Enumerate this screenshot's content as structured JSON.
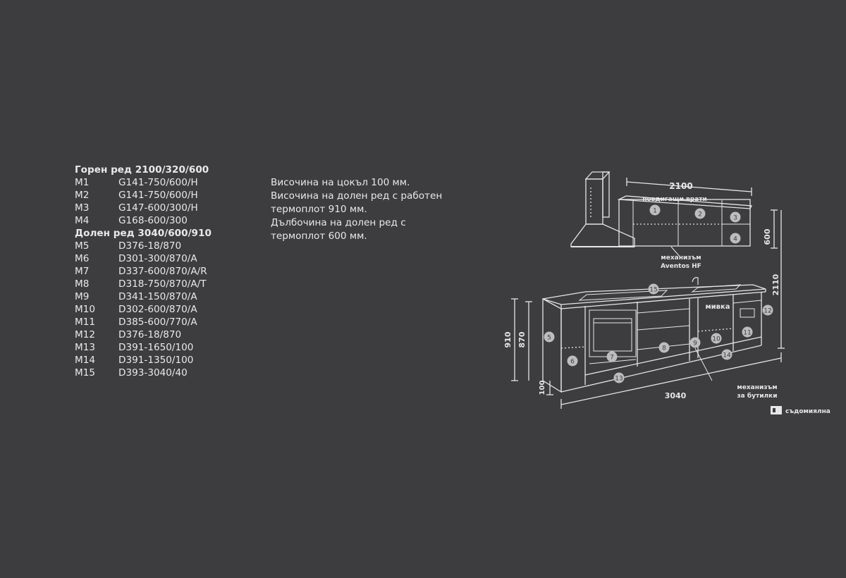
{
  "spec": {
    "upper_heading": "Горен ред 2100/320/600",
    "upper_items": [
      {
        "code": "M1",
        "part": "G141-750/600/H"
      },
      {
        "code": "M2",
        "part": "G141-750/600/H"
      },
      {
        "code": "M3",
        "part": "G147-600/300/H"
      },
      {
        "code": "M4",
        "part": "G168-600/300"
      }
    ],
    "lower_heading": "Долен ред 3040/600/910",
    "lower_items": [
      {
        "code": "M5",
        "part": "D376-18/870"
      },
      {
        "code": "M6",
        "part": "D301-300/870/A"
      },
      {
        "code": "M7",
        "part": "D337-600/870/A/R"
      },
      {
        "code": "M8",
        "part": "D318-750/870/A/T"
      },
      {
        "code": "M9",
        "part": "D341-150/870/A"
      },
      {
        "code": "M10",
        "part": "D302-600/870/A"
      },
      {
        "code": "M11",
        "part": "D385-600/770/A"
      },
      {
        "code": "M12",
        "part": "D376-18/870"
      },
      {
        "code": "M13",
        "part": "D391-1650/100"
      },
      {
        "code": "M14",
        "part": "D391-1350/100"
      },
      {
        "code": "M15",
        "part": "D393-3040/40"
      }
    ]
  },
  "notes": [
    "Височина на цокъл 100 мм.",
    "Височина на долен ред с работен",
    "термоплот 910 мм.",
    "Дълбочина на долен ред с",
    "термоплот 600 мм."
  ],
  "diagram": {
    "upper_width": "2100",
    "upper_height": "600",
    "total_height": "2110",
    "lift_doors": "повдигащи врати",
    "mechanism_1": "механизъм",
    "mechanism_1b": "Aventos HF",
    "height_910": "910",
    "height_870": "870",
    "plinth": "100",
    "lower_width": "3040",
    "sink": "мивка",
    "mechanism_2": "механизъм",
    "mechanism_2b": "за бутилки",
    "dishwasher": "съдомиялна",
    "markers": [
      "1",
      "2",
      "3",
      "4",
      "5",
      "6",
      "7",
      "8",
      "9",
      "10",
      "11",
      "12",
      "13",
      "14",
      "15"
    ]
  },
  "colors": {
    "background": "#3d3d3f",
    "line": "#e6e6e6",
    "marker": "#bdbdbd"
  }
}
